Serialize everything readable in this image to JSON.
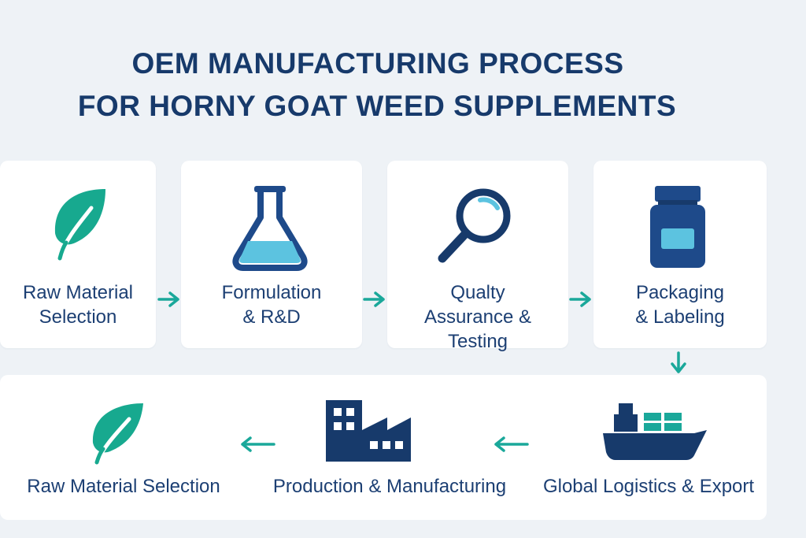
{
  "title": {
    "line1": "OEM MANUFACTURING PROCESS",
    "line2": "FOR HORNY GOAT WEED SUPPLEMENTS"
  },
  "top_steps": [
    {
      "line1": "Raw Material",
      "line2": "Selection",
      "line3": "",
      "icon": "leaf-icon"
    },
    {
      "line1": "Formulation",
      "line2": "& R&D",
      "line3": "",
      "icon": "flask-icon"
    },
    {
      "line1": "Qualty",
      "line2": "Assurance  &",
      "line3": "Testing",
      "icon": "magnifier-icon"
    },
    {
      "line1": "Packaging",
      "line2": "& Labeling",
      "line3": "",
      "icon": "bottle-icon"
    }
  ],
  "bottom_steps": [
    {
      "label": "Raw Material Selection",
      "icon": "leaf-icon"
    },
    {
      "label": "Production & Manufacturing",
      "icon": "factory-icon"
    },
    {
      "label": "Global Logistics & Export",
      "icon": "cargo-ship-icon"
    }
  ],
  "colors": {
    "background": "#eef2f6",
    "card": "#ffffff",
    "navy": "#173a6b",
    "teal": "#1aa89a",
    "light_blue": "#5cc3e0"
  }
}
